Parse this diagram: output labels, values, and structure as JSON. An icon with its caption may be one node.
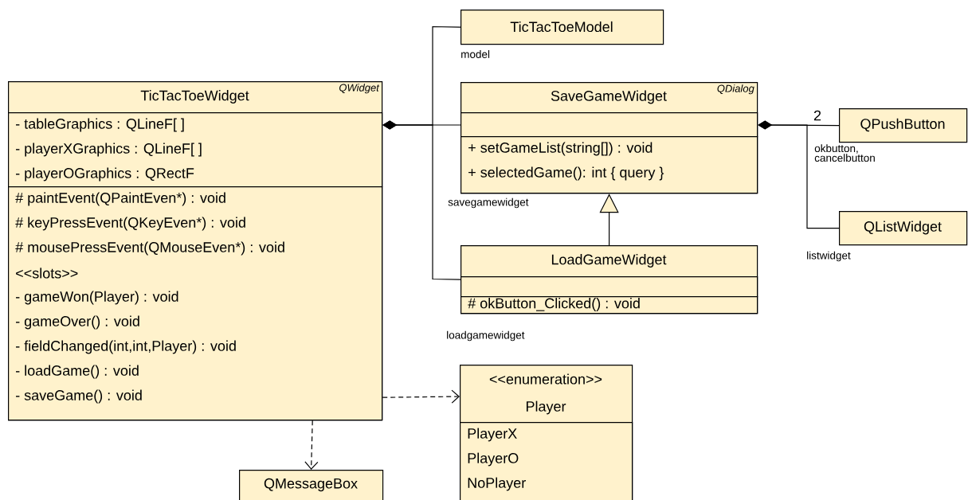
{
  "diagram": {
    "nodes": [
      {
        "text": [
          "TicTacToeWidget",
          "QWidget"
        ]
      },
      {
        "text": [
          "- tableGraphics : QLineF[ ]",
          "- playerXGraphics : QLineF[ ]",
          "- playerOGraphics : QRectF"
        ],
        "in": 0
      },
      {
        "text": [
          "# paintEvent(QPaintEven*) : void",
          "# keyPressEvent(QKeyEven*) : void",
          "# mousePressEvent(QMouseEven*) : void",
          "<<slots>>",
          "- gameWon(Player) : void",
          "- gameOver() : void",
          "- fieldChanged(int,int,Player) : void",
          "- loadGame() : void",
          "- saveGame() : void"
        ],
        "in": 0
      },
      {
        "text": [
          "TicTacToeModel"
        ],
        "beside": [
          "model"
        ]
      },
      {
        "text": [
          "SaveGameWidget",
          "QDialog"
        ],
        "beside": [
          "savegamewidget"
        ]
      },
      {
        "text": [],
        "shape": "box",
        "in": 4
      },
      {
        "text": [
          "+ setGameList(string[]) : void",
          "+ selectedGame(): int { query }"
        ],
        "in": 4
      },
      {
        "text": [
          "QPushButton"
        ],
        "beside": [
          "okbutton, cancelbutton"
        ]
      },
      {
        "text": [
          "QListWidget"
        ],
        "beside": [
          "listwidget"
        ]
      },
      {
        "text": [
          "LoadGameWidget"
        ],
        "beside": [
          "loadgamewidget"
        ]
      },
      {
        "text": [],
        "shape": "box",
        "in": 9
      },
      {
        "text": [
          "# okButton_Clicked() : void"
        ],
        "in": 9
      },
      {
        "text": [
          "<<enumeration>>",
          "Player"
        ]
      },
      {
        "text": [
          "PlayerX",
          "PlayerO",
          "NoPlayer"
        ],
        "in": 12
      },
      {
        "text": [
          "QMessageBox"
        ]
      }
    ],
    "edges": [
      {
        "from": 0,
        "to": 3,
        "arrow": "other"
      },
      {
        "from": 0,
        "to": 4,
        "arrow": "other"
      },
      {
        "from": 0,
        "to": 9,
        "arrow": "other"
      },
      {
        "from": 4,
        "to": 7,
        "arrow": "other",
        "label": "2"
      },
      {
        "from": 4,
        "to": 8,
        "arrow": "other"
      },
      {
        "from": 9,
        "to": 4,
        "arrow": "to"
      },
      {
        "from": 0,
        "to": 12,
        "arrow": "to",
        "style": "dashed"
      },
      {
        "from": 0,
        "to": 14,
        "arrow": "to",
        "style": "dashed"
      }
    ]
  }
}
